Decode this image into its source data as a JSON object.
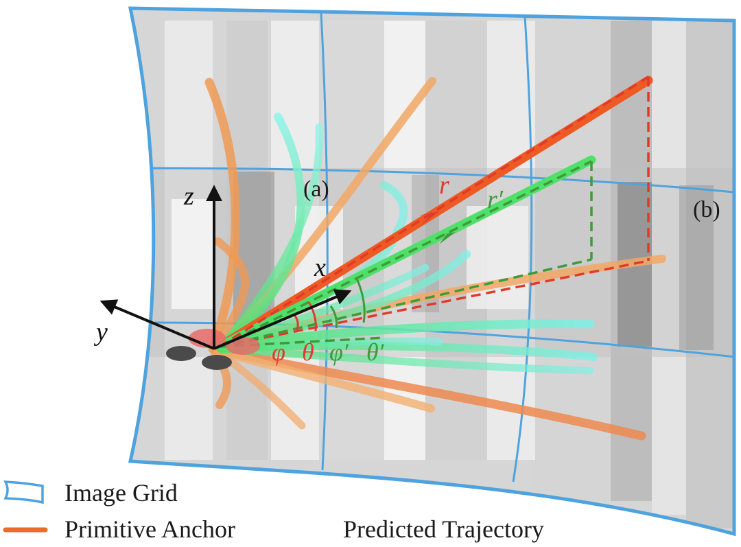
{
  "labels": {
    "region_a": "(a)",
    "region_b": "(b)",
    "axis_x": "x",
    "axis_y": "y",
    "axis_z": "z",
    "r": "r",
    "r_prime": "r′",
    "phi": "φ",
    "theta": "θ",
    "phi_prime": "φ′",
    "theta_prime": "θ′"
  },
  "legend": {
    "image_grid": "Image Grid",
    "primitive_anchor": "Primitive Anchor",
    "predicted_trajectory": "Predicted Trajectory"
  },
  "colors": {
    "grid_border": "#4ea3df",
    "anchor": "#f08a3a",
    "anchor_highlight": "#ee5a24",
    "anchor_dashed": "#e23a2a",
    "trajectory_green": "#4fe06a",
    "trajectory_cyan": "#7ff0e6",
    "predicted_dashed": "#3f9a3a",
    "axis": "#111111",
    "vehicle_red": "#e86b6b",
    "vehicle_gray": "#4a4a4a"
  }
}
